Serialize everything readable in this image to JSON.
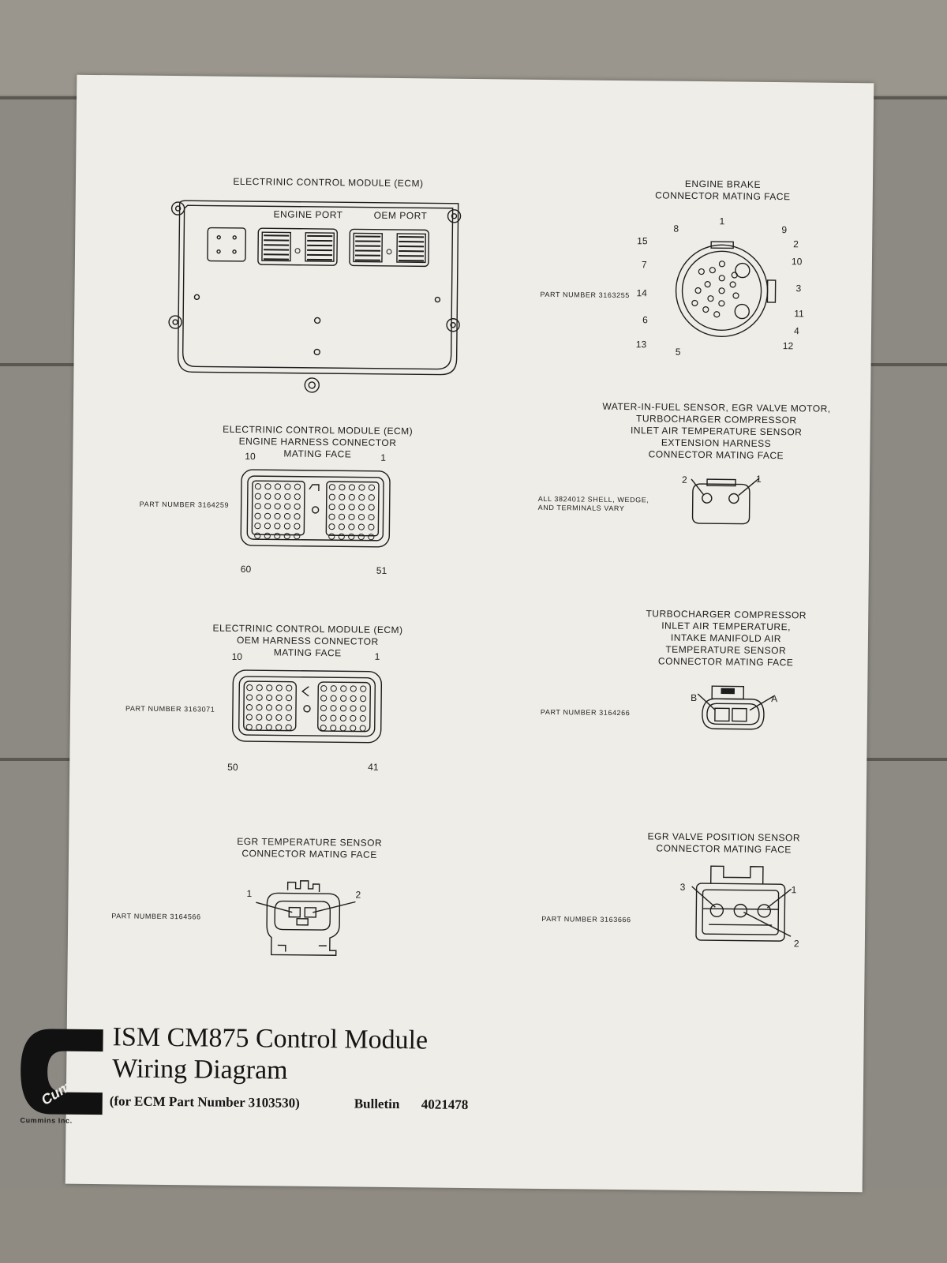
{
  "ecm_top": {
    "title": "ELECTRINIC CONTROL MODULE (ECM)",
    "engine_port": "ENGINE PORT",
    "oem_port": "OEM PORT"
  },
  "engine_brake": {
    "title": "ENGINE BRAKE\nCONNECTOR MATING FACE",
    "part_number": "PART NUMBER 3163255",
    "pins": [
      "1",
      "2",
      "3",
      "4",
      "5",
      "6",
      "7",
      "8",
      "9",
      "10",
      "11",
      "12",
      "13",
      "14",
      "15"
    ]
  },
  "ecm_engine_harness": {
    "title": "ELECTRINIC CONTROL MODULE (ECM)\nENGINE HARNESS CONNECTOR\nMATING FACE",
    "part_number": "PART NUMBER 3164259",
    "pin_tl": "10",
    "pin_tr": "1",
    "pin_bl": "60",
    "pin_br": "51"
  },
  "water_in_fuel": {
    "title": "WATER-IN-FUEL SENSOR, EGR VALVE MOTOR,\nTURBOCHARGER COMPRESSOR\nINLET AIR TEMPERATURE SENSOR\nEXTENSION HARNESS\nCONNECTOR MATING FACE",
    "part_number": "ALL 3824012 SHELL, WEDGE,\nAND TERMINALS VARY",
    "pin_left": "2",
    "pin_right": "1"
  },
  "ecm_oem_harness": {
    "title": "ELECTRINIC CONTROL MODULE (ECM)\nOEM HARNESS CONNECTOR\nMATING FACE",
    "part_number": "PART NUMBER 3163071",
    "pin_tl": "10",
    "pin_tr": "1",
    "pin_bl": "50",
    "pin_br": "41"
  },
  "turbo_inlet": {
    "title": "TURBOCHARGER COMPRESSOR\nINLET AIR TEMPERATURE,\nINTAKE MANIFOLD AIR\nTEMPERATURE SENSOR\nCONNECTOR MATING FACE",
    "part_number": "PART NUMBER 3164266",
    "pin_left": "B",
    "pin_right": "A"
  },
  "egr_temp": {
    "title": "EGR TEMPERATURE SENSOR\nCONNECTOR MATING FACE",
    "part_number": "PART NUMBER 3164566",
    "pin_left": "1",
    "pin_right": "2"
  },
  "egr_valve": {
    "title": "EGR VALVE POSITION SENSOR\nCONNECTOR MATING FACE",
    "part_number": "PART NUMBER 3163666",
    "pin_left": "3",
    "pin_right": "1",
    "pin_bottom": "2"
  },
  "footer": {
    "logo_text": "Cummins",
    "company": "Cummins Inc.",
    "title_line1": "ISM CM875 Control Module",
    "title_line2": "Wiring Diagram",
    "subtitle": "(for ECM Part Number 3103530)",
    "bulletin_label": "Bulletin",
    "bulletin_number": "4021478"
  },
  "colors": {
    "paper": "#efede7",
    "ink": "#1d1d1d",
    "wood": "#8d8a83",
    "logo": "#111111"
  }
}
